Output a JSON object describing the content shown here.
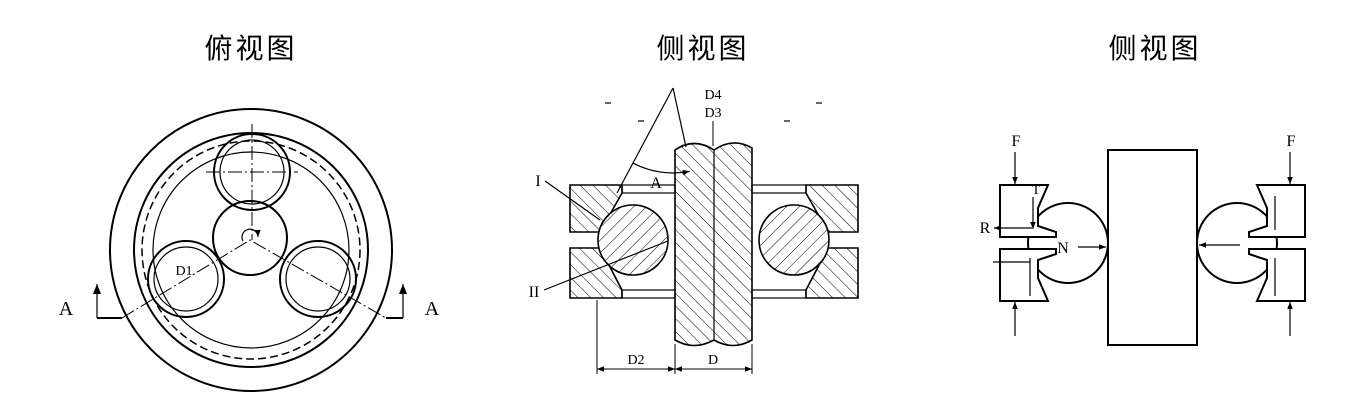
{
  "top_view": {
    "title": "俯视图",
    "section_label_left": "A",
    "section_label_right": "A",
    "diameter_label": "D1"
  },
  "side_view_1": {
    "title": "侧视图",
    "label_d4": "D4",
    "label_d3": "D3",
    "angle_label": "A",
    "part_label_1": "I",
    "part_label_2": "II",
    "dim_label_d2": "D2",
    "dim_label_d": "D"
  },
  "side_view_2": {
    "title": "侧视图",
    "force_label_left": "F",
    "force_label_right": "F",
    "label_t": "T",
    "label_r": "R",
    "label_n": "N"
  }
}
